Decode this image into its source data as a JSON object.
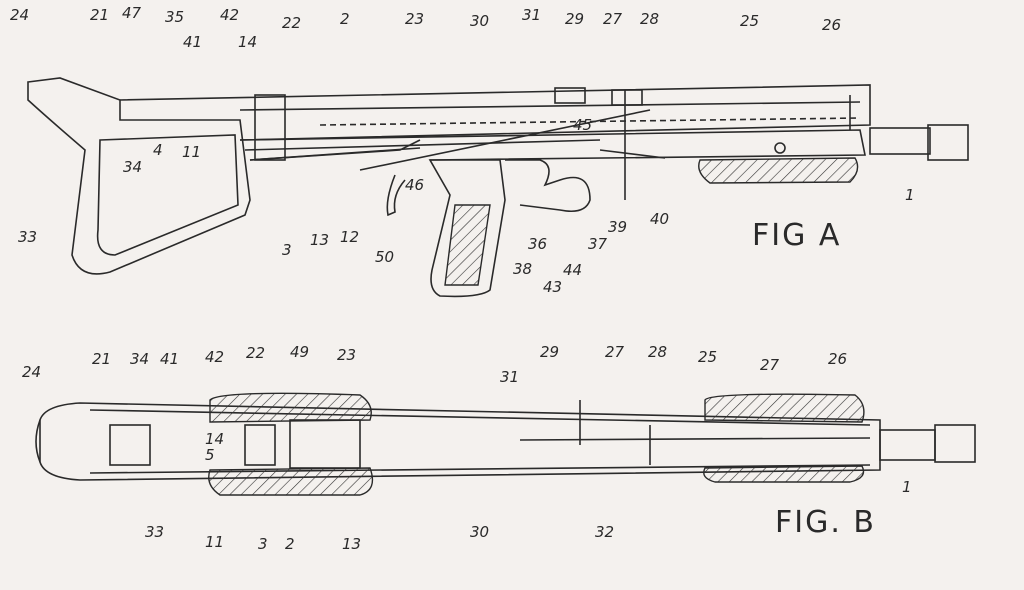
{
  "figure_a": {
    "title": "FIG A",
    "labels": [
      "24",
      "21",
      "47",
      "35",
      "41",
      "42",
      "14",
      "22",
      "2",
      "23",
      "30",
      "31",
      "29",
      "27",
      "28",
      "25",
      "26",
      "45",
      "4",
      "11",
      "34",
      "33",
      "3",
      "13",
      "12",
      "50",
      "46",
      "38",
      "36",
      "43",
      "44",
      "37",
      "39",
      "40",
      "1"
    ]
  },
  "figure_b": {
    "title": "FIG. B",
    "labels": [
      "24",
      "21",
      "34",
      "41",
      "42",
      "22",
      "49",
      "23",
      "31",
      "29",
      "27",
      "28",
      "25",
      "27",
      "26",
      "14",
      "5",
      "33",
      "11",
      "3",
      "2",
      "13",
      "30",
      "32",
      "1"
    ]
  },
  "colors": {
    "paper": "#f4f1ee",
    "ink": "#2a2a2a"
  }
}
